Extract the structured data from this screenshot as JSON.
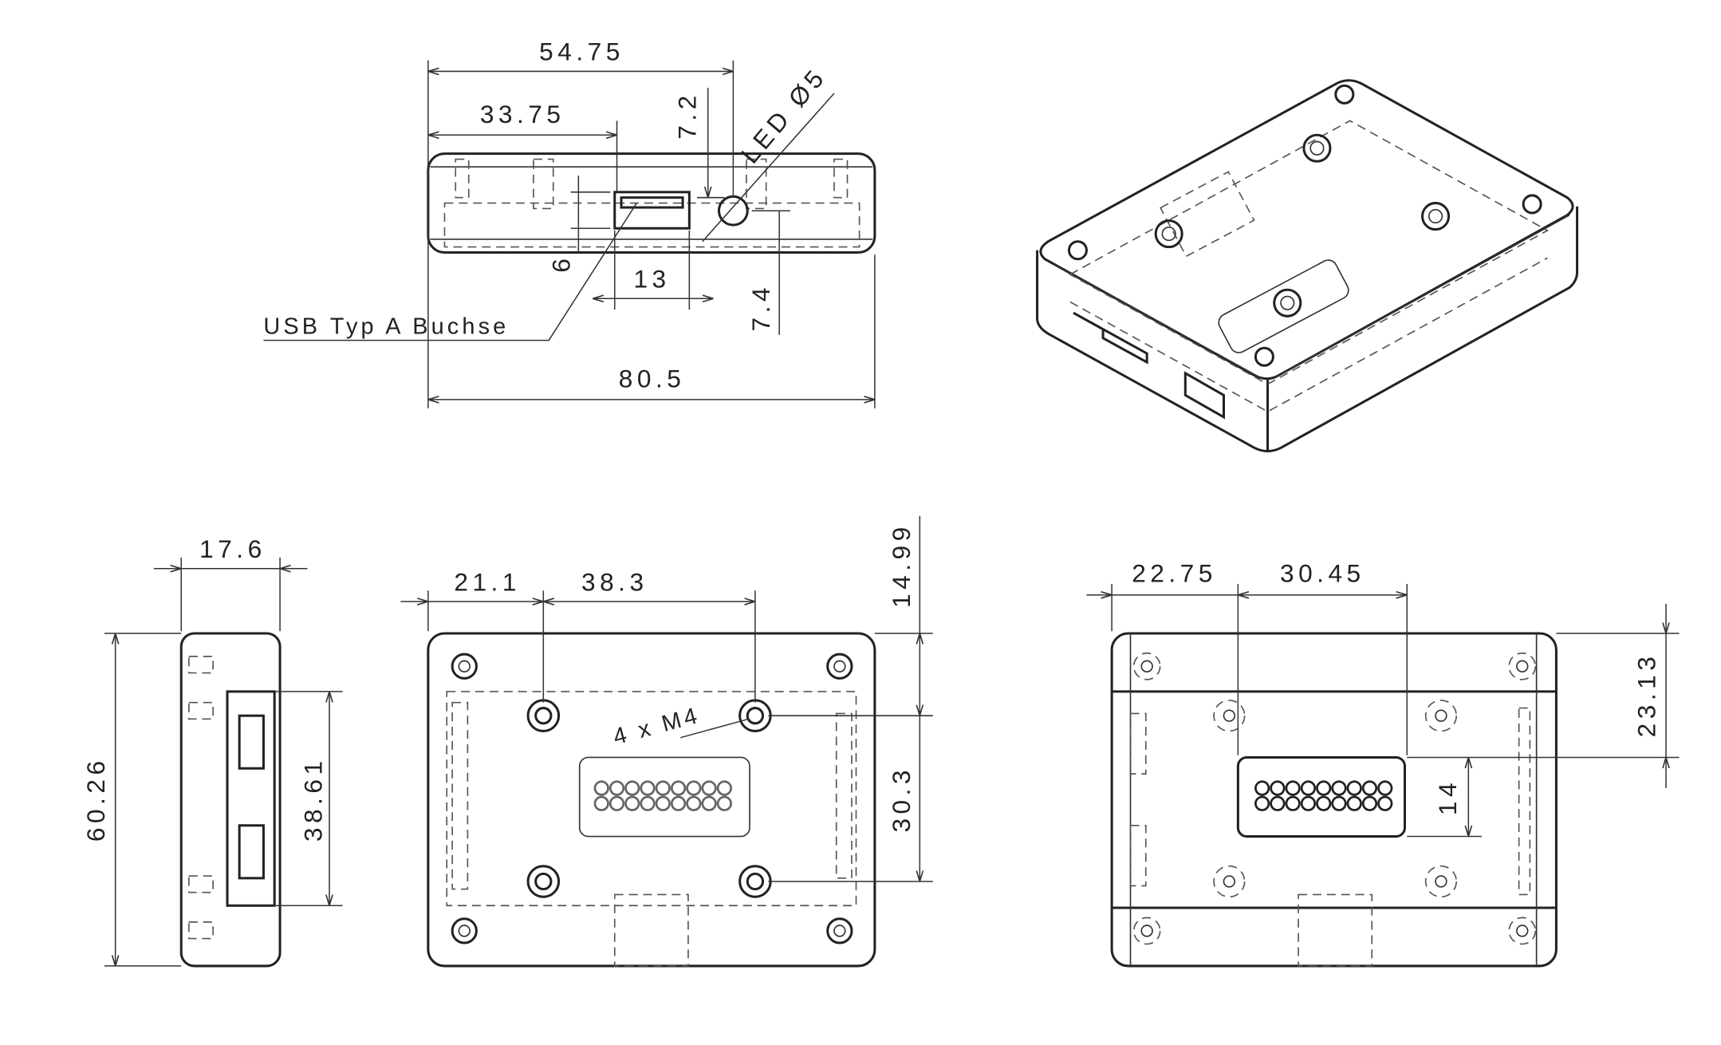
{
  "front_view": {
    "dim_total_width": "80.5",
    "dim_led_offset": "54.75",
    "dim_usb_offset": "33.75",
    "dim_led_top": "7.2",
    "dim_led_height": "7.4",
    "dim_usb_width": "13",
    "dim_usb_height": "6",
    "label_led": "LED Ø5",
    "label_usb": "USB Typ A Buchse"
  },
  "side_view": {
    "dim_depth": "17.6",
    "dim_height": "60.26",
    "dim_port_span": "38.61"
  },
  "top_view": {
    "dim_hole_x": "21.1",
    "dim_hole_spacing_x": "38.3",
    "dim_hole_y": "14.99",
    "dim_hole_spacing_y": "30.3",
    "label_screws": "4 x M4"
  },
  "bottom_view": {
    "dim_conn_x": "22.75",
    "dim_conn_width": "30.45",
    "dim_conn_y": "23.13",
    "dim_conn_height": "14"
  },
  "colors": {
    "line": "#222222",
    "background": "#ffffff"
  }
}
